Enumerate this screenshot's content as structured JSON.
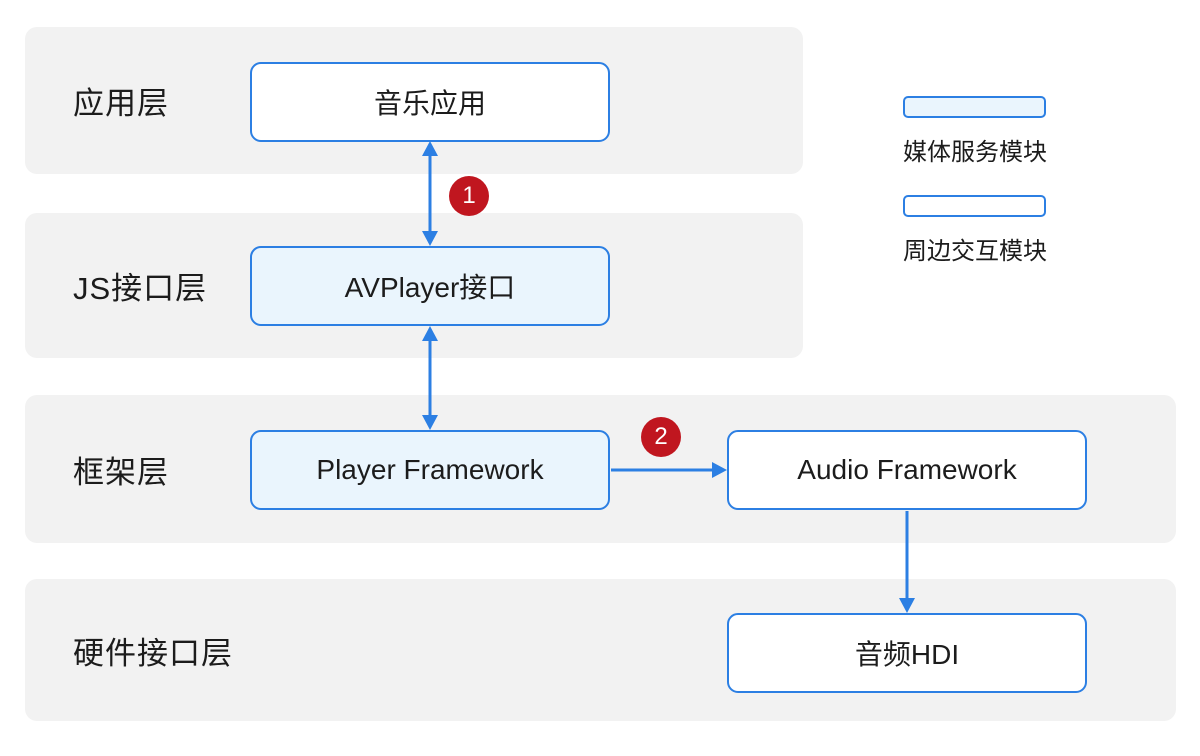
{
  "diagram": {
    "layers": [
      {
        "label": "应用层"
      },
      {
        "label": "JS接口层"
      },
      {
        "label": "框架层"
      },
      {
        "label": "硬件接口层"
      }
    ],
    "nodes": [
      {
        "label": "音乐应用",
        "module_type": "peripheral",
        "layer": "应用层"
      },
      {
        "label": "AVPlayer接口",
        "module_type": "media",
        "layer": "JS接口层"
      },
      {
        "label": "Player Framework",
        "module_type": "media",
        "layer": "框架层"
      },
      {
        "label": "Audio Framework",
        "module_type": "peripheral",
        "layer": "框架层"
      },
      {
        "label": "音频HDI",
        "module_type": "peripheral",
        "layer": "硬件接口层"
      }
    ],
    "connections": [
      {
        "badge": "1",
        "from": "音乐应用",
        "to": "AVPlayer接口",
        "direction": "bidirectional"
      },
      {
        "badge": "",
        "from": "AVPlayer接口",
        "to": "Player Framework",
        "direction": "bidirectional"
      },
      {
        "badge": "2",
        "from": "Player Framework",
        "to": "Audio Framework",
        "direction": "forward"
      },
      {
        "badge": "",
        "from": "Audio Framework",
        "to": "音频HDI",
        "direction": "forward"
      }
    ],
    "badges": [
      {
        "label": "1"
      },
      {
        "label": "2"
      }
    ],
    "legend": [
      {
        "label": "媒体服务模块",
        "swatch": "media"
      },
      {
        "label": "周边交互模块",
        "swatch": "peripheral"
      }
    ],
    "colors": {
      "accent_blue": "#2c7fe3",
      "media_module_fill": "#eaf5fd",
      "peripheral_module_fill": "#ffffff",
      "badge_red": "#c0161f",
      "layer_band_gray": "#f2f2f2",
      "text": "#1c1c1c"
    }
  }
}
